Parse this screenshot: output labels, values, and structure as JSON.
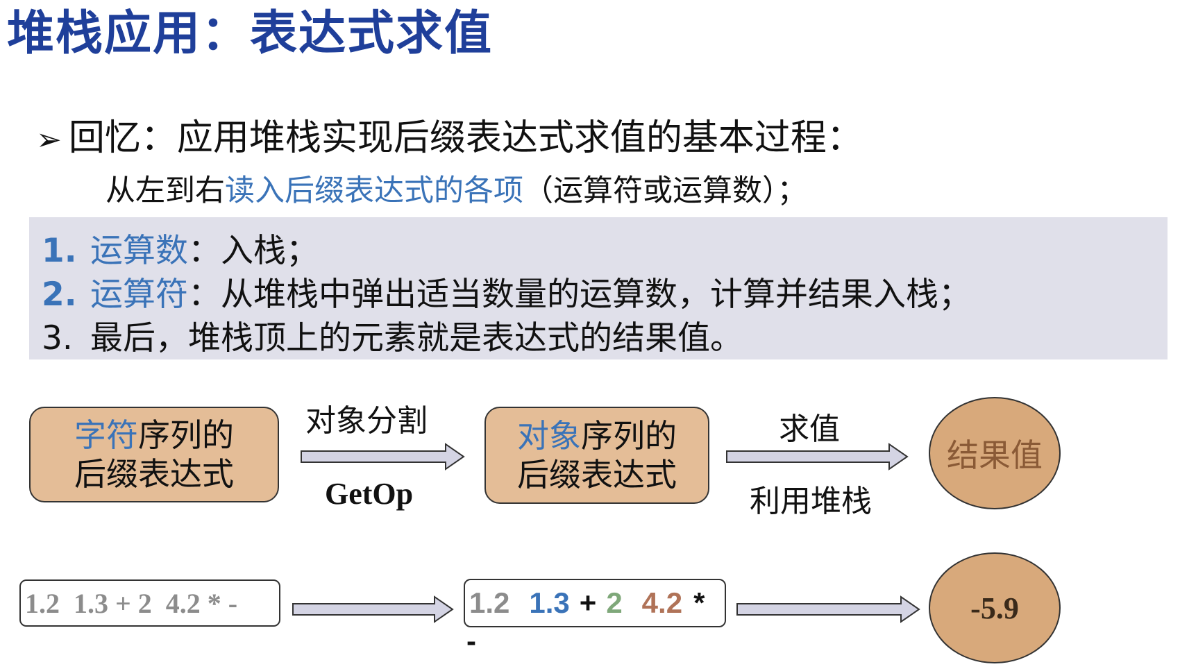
{
  "title": "堆栈应用：表达式求值",
  "recall": {
    "bullet": "➢",
    "text": "回忆：应用堆栈实现后缀表达式求值的基本过程：",
    "sub_prefix": "从左到右",
    "sub_highlight": "读入后缀表达式的各项",
    "sub_suffix": "（运算符或运算数）；"
  },
  "steps": [
    {
      "num": "1.",
      "key": "运算数",
      "rest": "：入栈；"
    },
    {
      "num": "2.",
      "key": "运算符",
      "rest": "：从堆栈中弹出适当数量的运算数，计算并结果入栈；"
    },
    {
      "num": "3.",
      "key": "",
      "rest": "最后，堆栈顶上的元素就是表达式的结果值。"
    }
  ],
  "flow": {
    "box1": {
      "highlight": "字符",
      "line1_rest": "序列的",
      "line2": "后缀表达式"
    },
    "arrow1": {
      "top": "对象分割",
      "bottom": "GetOp"
    },
    "box2": {
      "highlight": "对象",
      "line1_rest": "序列的",
      "line2": "后缀表达式"
    },
    "arrow2": {
      "top": "求值",
      "bottom": "利用堆栈"
    },
    "result": "结果值"
  },
  "example": {
    "input": "1.2  1.3 + 2  4.2 * -",
    "tokens": [
      {
        "text": "1.2",
        "color": "#8c8c8c"
      },
      {
        "text": "1.3",
        "color": "#3a73b8"
      },
      {
        "text": "+",
        "color": "#111111"
      },
      {
        "text": "2",
        "color": "#7fa87a"
      },
      {
        "text": "4.2",
        "color": "#b07358"
      },
      {
        "text": "*",
        "color": "#111111"
      },
      {
        "text": "-",
        "color": "#111111"
      }
    ],
    "result": "-5.9"
  },
  "colors": {
    "title": "#1f3f9a",
    "highlight": "#3a73b8",
    "box_fill": "#e4bd97",
    "circle_fill": "#d8a97b",
    "steps_bg": "#e0e0ea"
  }
}
